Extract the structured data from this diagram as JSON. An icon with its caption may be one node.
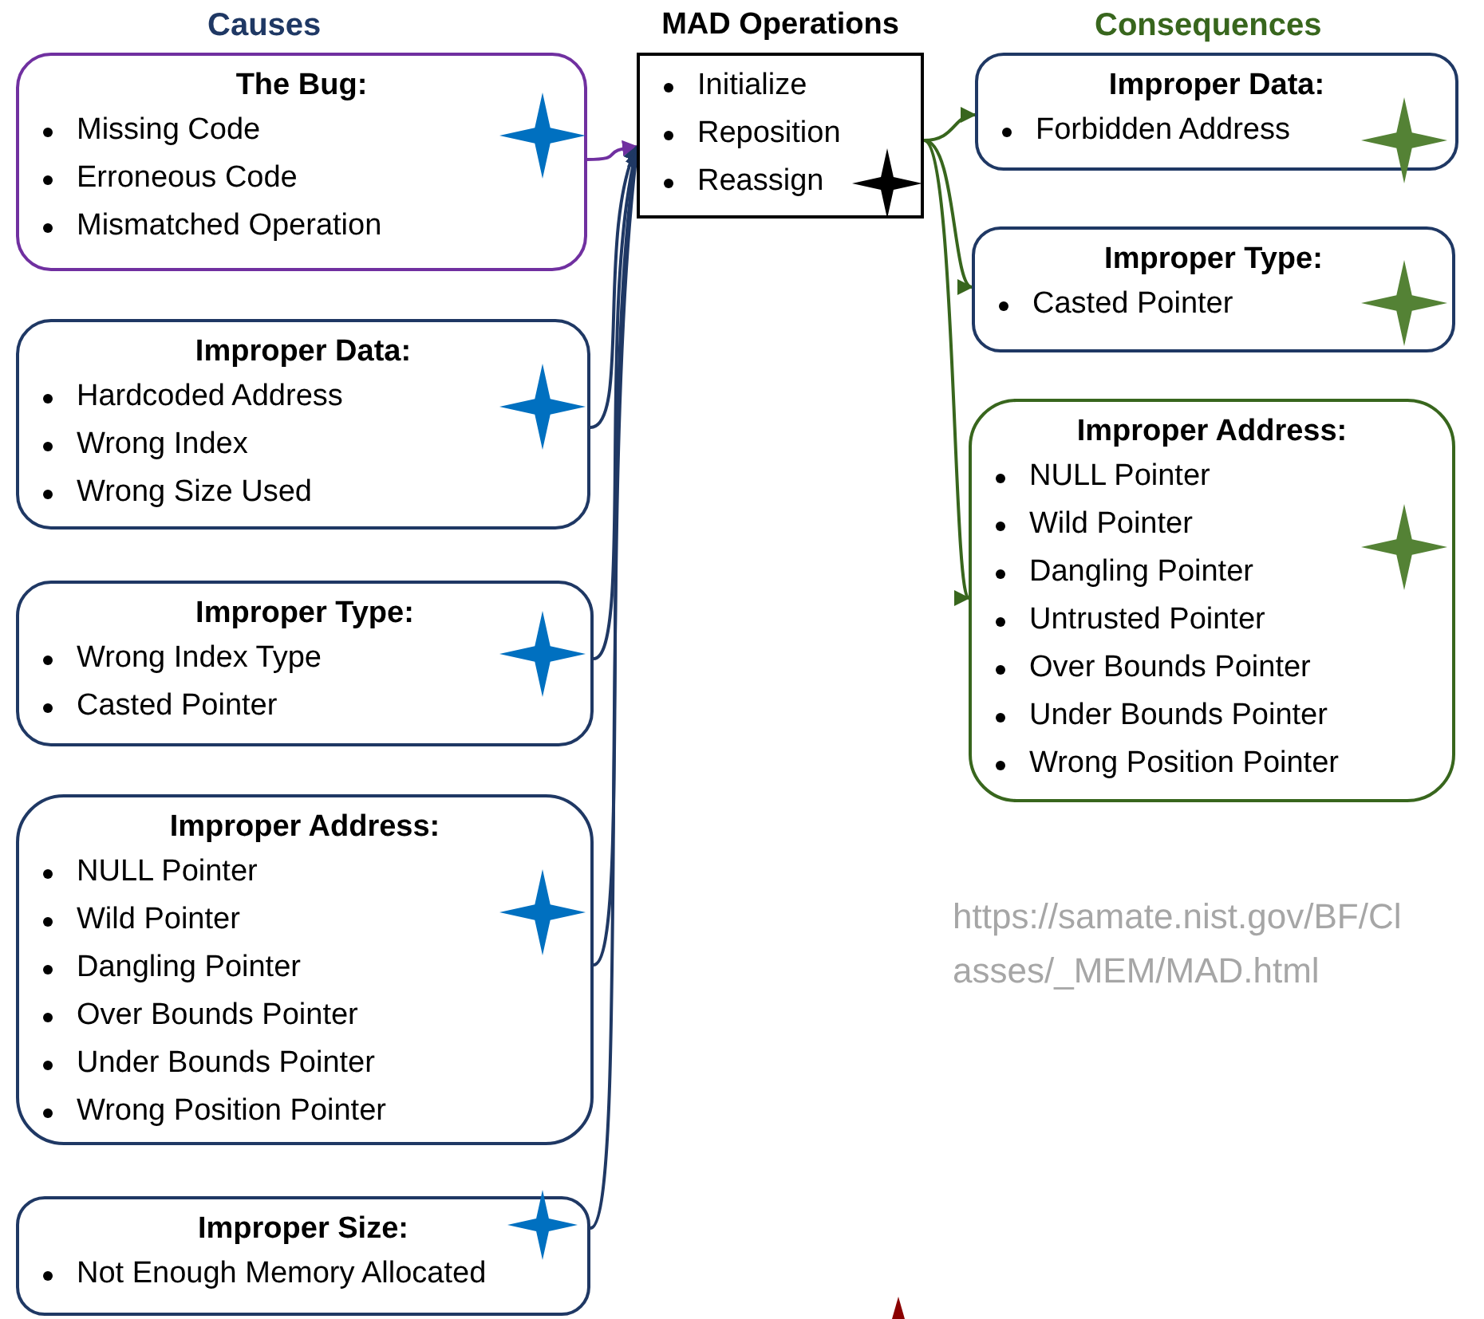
{
  "diagram": {
    "nodes": [
      {
        "text": [
          "The Bug:",
          "Missing Code",
          "Erroneous Code",
          "Mismatched Operation"
        ]
      },
      {
        "text": [
          "Improper Data:",
          "Hardcoded Address",
          "Wrong Index",
          "Wrong Size Used"
        ]
      },
      {
        "text": [
          "Improper Type:",
          "Wrong Index Type",
          "Casted Pointer"
        ]
      },
      {
        "text": [
          "Improper Address:",
          "NULL Pointer",
          "Wild Pointer",
          "Dangling Pointer",
          "Over Bounds Pointer",
          "Under Bounds Pointer",
          "Wrong Position Pointer"
        ]
      },
      {
        "text": [
          "Improper Size:",
          "Not Enough Memory Allocated"
        ]
      },
      {
        "text": [
          "MAD Operations",
          "Initialize",
          "Reposition",
          "Reassign"
        ]
      },
      {
        "text": [
          "Improper Data:",
          "Forbidden Address"
        ]
      },
      {
        "text": [
          "Improper Type:",
          "Casted Pointer"
        ]
      },
      {
        "text": [
          "Improper Address:",
          "NULL Pointer",
          "Wild Pointer",
          "Dangling Pointer",
          "Untrusted Pointer",
          "Over Bounds Pointer",
          "Under Bounds Pointer",
          "Wrong Position Pointer"
        ]
      }
    ],
    "edges": [
      {
        "from": 0,
        "to": 5,
        "arrow": "to",
        "color": "#7030a0"
      },
      {
        "from": 1,
        "to": 5,
        "arrow": "to"
      },
      {
        "from": 2,
        "to": 5,
        "arrow": "to"
      },
      {
        "from": 3,
        "to": 5,
        "arrow": "to"
      },
      {
        "from": 4,
        "to": 5,
        "arrow": "to"
      },
      {
        "from": 5,
        "to": 6,
        "arrow": "to",
        "color": "#38661d"
      },
      {
        "from": 5,
        "to": 7,
        "arrow": "to",
        "color": "#38661d"
      },
      {
        "from": 5,
        "to": 8,
        "arrow": "to",
        "color": "#38661d"
      }
    ],
    "labels": [
      "Causes",
      "Consequences",
      "https://samate.nist.gov/BF/Classes/_MEM/MAD.html"
    ]
  }
}
